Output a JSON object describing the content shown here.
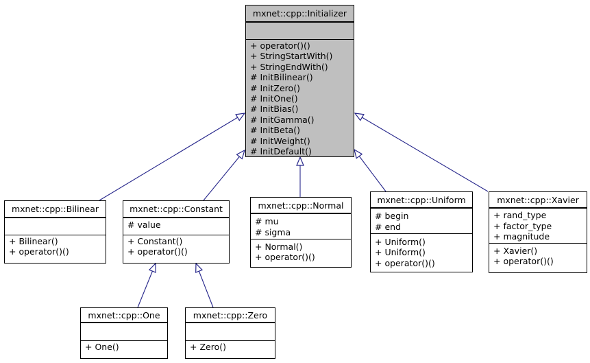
{
  "colors": {
    "edge_color": "#26268b",
    "node_fill": "#ffffff",
    "highlight_fill": "#bfbfbf",
    "border_color": "#000000",
    "text_color": "#000000",
    "background": "#ffffff"
  },
  "classes": {
    "initializer": {
      "title": "mxnet::cpp::Initializer",
      "attrs": [],
      "methods": [
        "+ operator()()",
        "+ StringStartWith()",
        "+ StringEndWith()",
        "# InitBilinear()",
        "# InitZero()",
        "# InitOne()",
        "# InitBias()",
        "# InitGamma()",
        "# InitBeta()",
        "# InitWeight()",
        "# InitDefault()"
      ]
    },
    "bilinear": {
      "title": "mxnet::cpp::Bilinear",
      "attrs": [],
      "methods": [
        "+ Bilinear()",
        "+ operator()()"
      ]
    },
    "constant": {
      "title": "mxnet::cpp::Constant",
      "attrs": [
        "# value"
      ],
      "methods": [
        "+ Constant()",
        "+ operator()()"
      ]
    },
    "normal": {
      "title": "mxnet::cpp::Normal",
      "attrs": [
        "# mu",
        "# sigma"
      ],
      "methods": [
        "+ Normal()",
        "+ operator()()"
      ]
    },
    "uniform": {
      "title": "mxnet::cpp::Uniform",
      "attrs": [
        "# begin",
        "# end"
      ],
      "methods": [
        "+ Uniform()",
        "+ Uniform()",
        "+ operator()()"
      ]
    },
    "xavier": {
      "title": "mxnet::cpp::Xavier",
      "attrs": [
        "+ rand_type",
        "+ factor_type",
        "+ magnitude"
      ],
      "methods": [
        "+ Xavier()",
        "+ operator()()"
      ]
    },
    "one": {
      "title": "mxnet::cpp::One",
      "attrs": [],
      "methods": [
        "+ One()"
      ]
    },
    "zero": {
      "title": "mxnet::cpp::Zero",
      "attrs": [],
      "methods": [
        "+ Zero()"
      ]
    }
  }
}
